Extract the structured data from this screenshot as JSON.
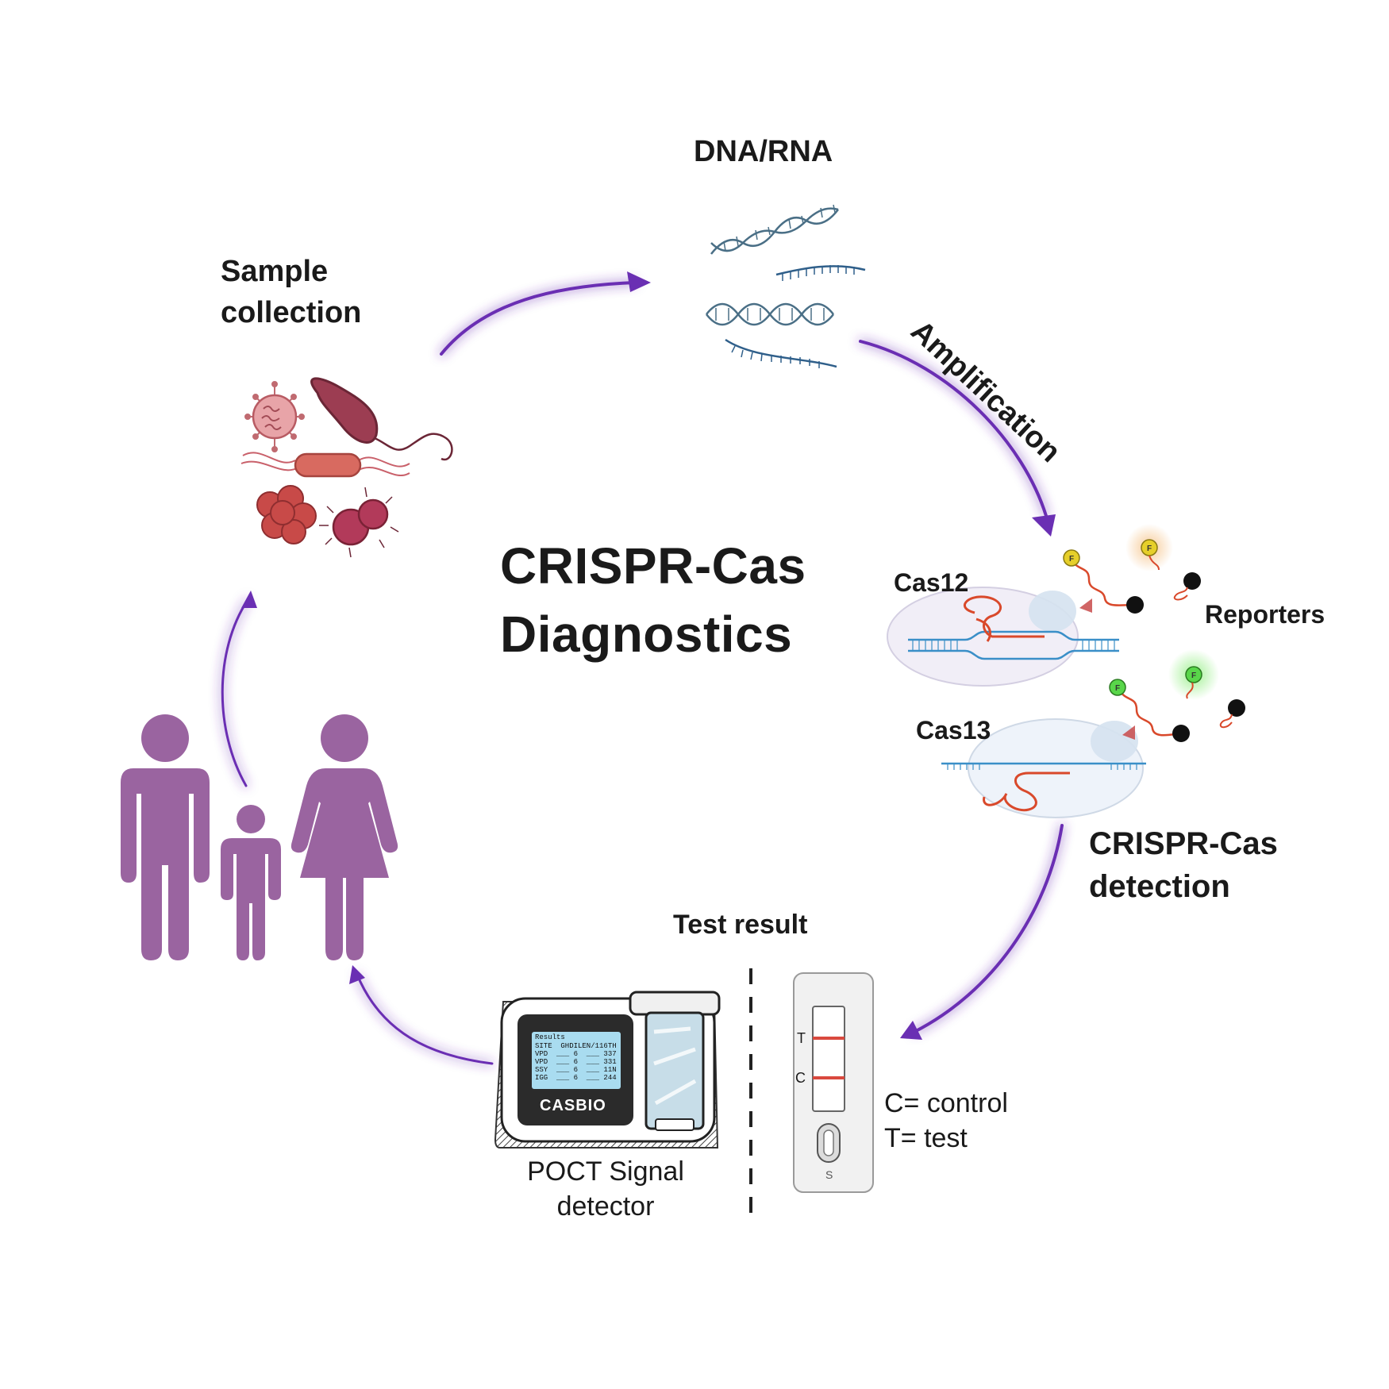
{
  "diagram": {
    "title_line1": "CRISPR-Cas",
    "title_line2": "Diagnostics",
    "steps": {
      "sample_line1": "Sample",
      "sample_line2": "collection",
      "dna": "DNA/RNA",
      "amplification": "Amplification",
      "cas12": "Cas12",
      "cas13": "Cas13",
      "reporters": "Reporters",
      "detection_line1": "CRISPR-Cas",
      "detection_line2": "detection",
      "test_result": "Test result",
      "poct_line1": "POCT Signal",
      "poct_line2": "detector"
    },
    "legend": {
      "control": "C= control",
      "test": "T= test"
    },
    "strip": {
      "t_mark": "T",
      "c_mark": "C",
      "s_mark": "S"
    },
    "reporter_mark": "F",
    "device": {
      "brand": "CASBIO",
      "screen_title": "Results",
      "screen_lines": [
        "SITE  GHDILEN/116TH",
        "VPD  ___ 6  ___ 337",
        "VPD  ___ 6  ___ 331",
        "SSY  ___ 6  ___ 11N",
        "IGG  ___ 6  ___ 244"
      ]
    },
    "colors": {
      "arrow": "#6a2fb3",
      "people": "#9a64a0",
      "pathogen": "#b8585a",
      "dna": "#4a6f86",
      "rna": "#d9492b",
      "fluor_yellow": "#e6cf2a",
      "fluor_green": "#59d64a"
    }
  }
}
